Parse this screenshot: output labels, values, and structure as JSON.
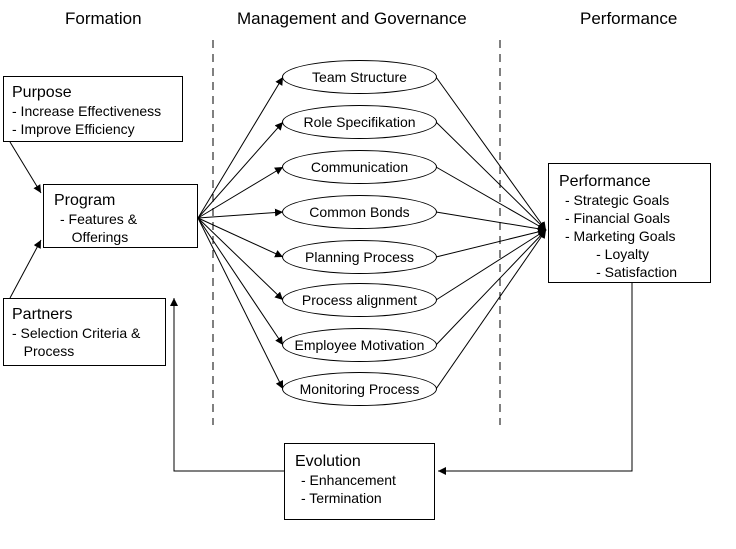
{
  "headers": {
    "formation": "Formation",
    "management": "Management and Governance",
    "performance": "Performance"
  },
  "purpose": {
    "title": "Purpose",
    "lines": [
      "- Increase Effectiveness",
      "- Improve Efficiency"
    ]
  },
  "program": {
    "title": "Program",
    "lines": [
      "- Features &",
      "   Offerings"
    ]
  },
  "partners": {
    "title": "Partners",
    "lines": [
      "- Selection Criteria &",
      "   Process"
    ]
  },
  "governance_elements": [
    "Team Structure",
    "Role Specifikation",
    "Communication",
    "Common Bonds",
    "Planning Process",
    "Process alignment",
    "Employee Motivation",
    "Monitoring Process"
  ],
  "performance_box": {
    "title": "Performance",
    "lines": [
      "- Strategic Goals",
      "- Financial Goals",
      "- Marketing Goals",
      "        - Loyalty",
      "        - Satisfaction"
    ]
  },
  "evolution": {
    "title": "Evolution",
    "lines": [
      "- Enhancement",
      "- Termination"
    ]
  }
}
